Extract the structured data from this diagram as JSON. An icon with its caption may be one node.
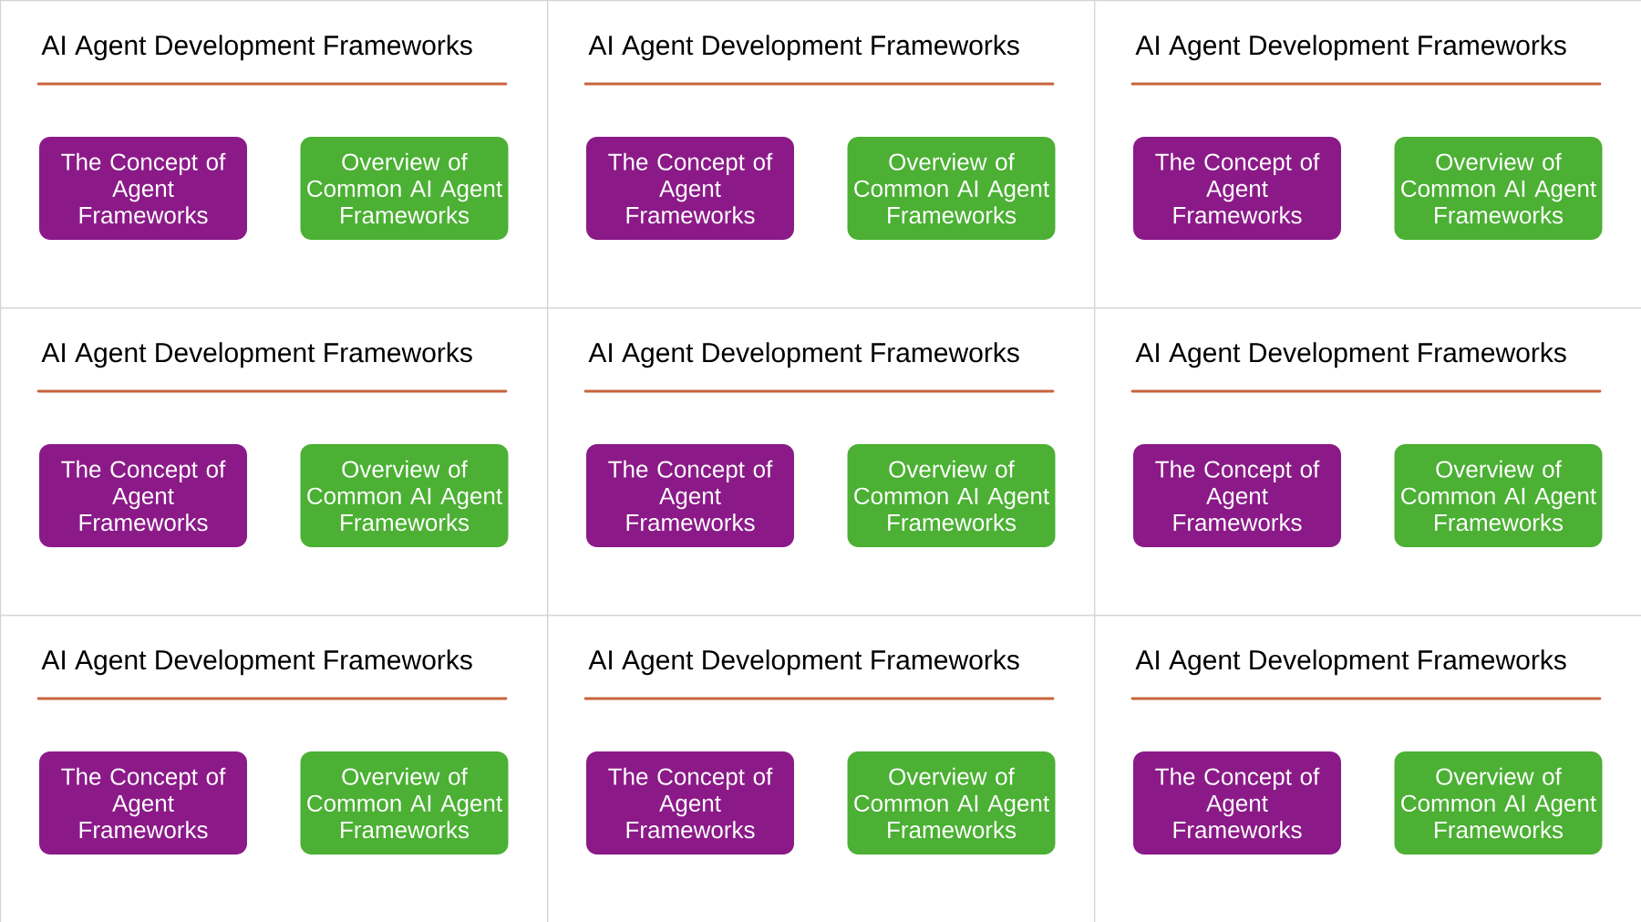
{
  "diagram": {
    "nodes": [
      {
        "text": [
          "AI Agent Development Frameworks"
        ]
      },
      {
        "text": [
          "The Concept of Agent Frameworks"
        ],
        "in": 0
      },
      {
        "text": [
          "Overview of Common AI Agent Frameworks"
        ],
        "in": 0
      },
      {
        "text": [
          "AI Agent Development Frameworks"
        ]
      },
      {
        "text": [
          "The Concept of Agent Frameworks"
        ],
        "in": 3
      },
      {
        "text": [
          "Overview of Common AI Agent Frameworks"
        ],
        "in": 3
      },
      {
        "text": [
          "AI Agent Development Frameworks"
        ]
      },
      {
        "text": [
          "The Concept of Agent Frameworks"
        ],
        "in": 6
      },
      {
        "text": [
          "Overview of Common AI Agent Frameworks"
        ],
        "in": 6
      },
      {
        "text": [
          "AI Agent Development Frameworks"
        ]
      },
      {
        "text": [
          "The Concept of Agent Frameworks"
        ],
        "in": 9
      },
      {
        "text": [
          "Overview of Common AI Agent Frameworks"
        ],
        "in": 9
      },
      {
        "text": [
          "AI Agent Development Frameworks"
        ]
      },
      {
        "text": [
          "The Concept of Agent Frameworks"
        ],
        "in": 12
      },
      {
        "text": [
          "Overview of Common AI Agent Frameworks"
        ],
        "in": 12
      },
      {
        "text": [
          "AI Agent Development Frameworks"
        ]
      },
      {
        "text": [
          "The Concept of Agent Frameworks"
        ],
        "in": 15
      },
      {
        "text": [
          "Overview of Common AI Agent Frameworks"
        ],
        "in": 15
      },
      {
        "text": [
          "AI Agent Development Frameworks"
        ]
      },
      {
        "text": [
          "The Concept of Agent Frameworks"
        ],
        "in": 18
      },
      {
        "text": [
          "Overview of Common AI Agent Frameworks"
        ],
        "in": 18
      },
      {
        "text": [
          "AI Agent Development Frameworks"
        ]
      },
      {
        "text": [
          "The Concept of Agent Frameworks"
        ],
        "in": 21
      },
      {
        "text": [
          "Overview of Common AI Agent Frameworks"
        ],
        "in": 21
      },
      {
        "text": [
          "AI Agent Development Frameworks"
        ]
      },
      {
        "text": [
          "The Concept of Agent Frameworks"
        ],
        "in": 24
      },
      {
        "text": [
          "Overview of Common AI Agent Frameworks"
        ],
        "in": 24
      }
    ]
  }
}
